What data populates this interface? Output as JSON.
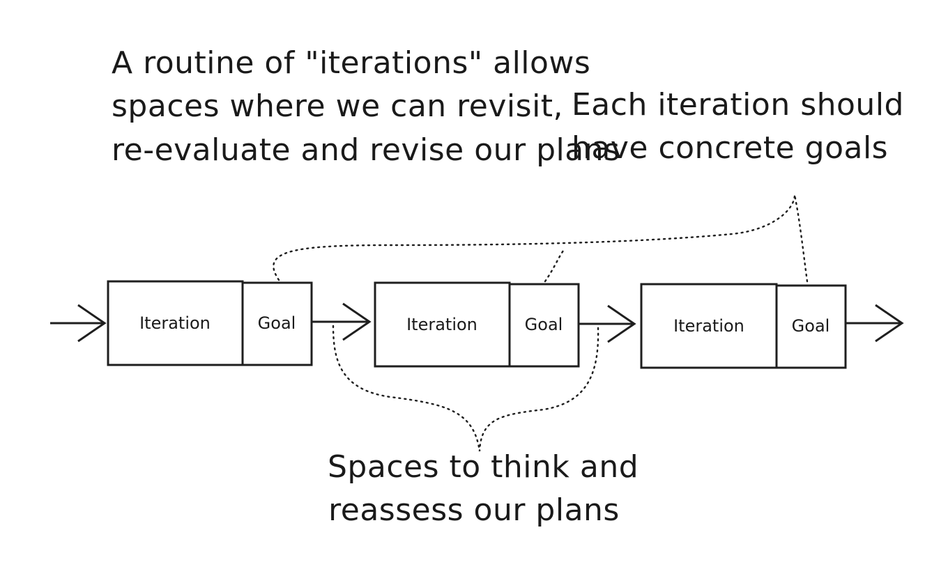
{
  "annotations": {
    "left": [
      "A routine of \"iterations\" allows",
      "spaces where we can revisit,",
      "re-evaluate and revise our plans"
    ],
    "right": [
      "Each iteration should",
      "have concrete goals"
    ],
    "bottom": [
      "Spaces to think and",
      "reassess our plans"
    ]
  },
  "blocks": [
    {
      "iteration_label": "Iteration",
      "goal_label": "Goal"
    },
    {
      "iteration_label": "Iteration",
      "goal_label": "Goal"
    },
    {
      "iteration_label": "Iteration",
      "goal_label": "Goal"
    }
  ]
}
